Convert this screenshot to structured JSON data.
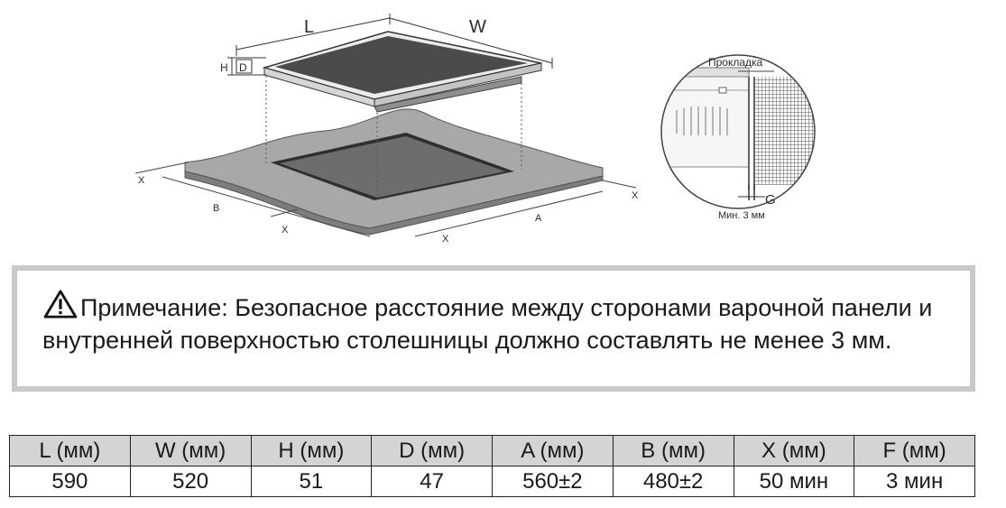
{
  "diagram": {
    "labels": {
      "L": "L",
      "W": "W",
      "H": "H",
      "D": "D",
      "B": "B",
      "A": "A",
      "X": "X",
      "G": "G"
    },
    "detail": {
      "gasket_label": "Прокладка",
      "min_label": "Мин. 3 мм"
    }
  },
  "note": {
    "icon": "warning-triangle-icon",
    "text": "Примечание: Безопасное расстояние между сторонами варочной панели и внутренней поверхностью столешницы должно составлять не менее 3 мм."
  },
  "table": {
    "headers": [
      "L (мм)",
      "W (мм)",
      "H (мм)",
      "D (мм)",
      "A (мм)",
      "B (мм)",
      "X (мм)",
      "F (мм)"
    ],
    "values": [
      "590",
      "520",
      "51",
      "47",
      "560±2",
      "480±2",
      "50 мин",
      "3 мин"
    ]
  }
}
